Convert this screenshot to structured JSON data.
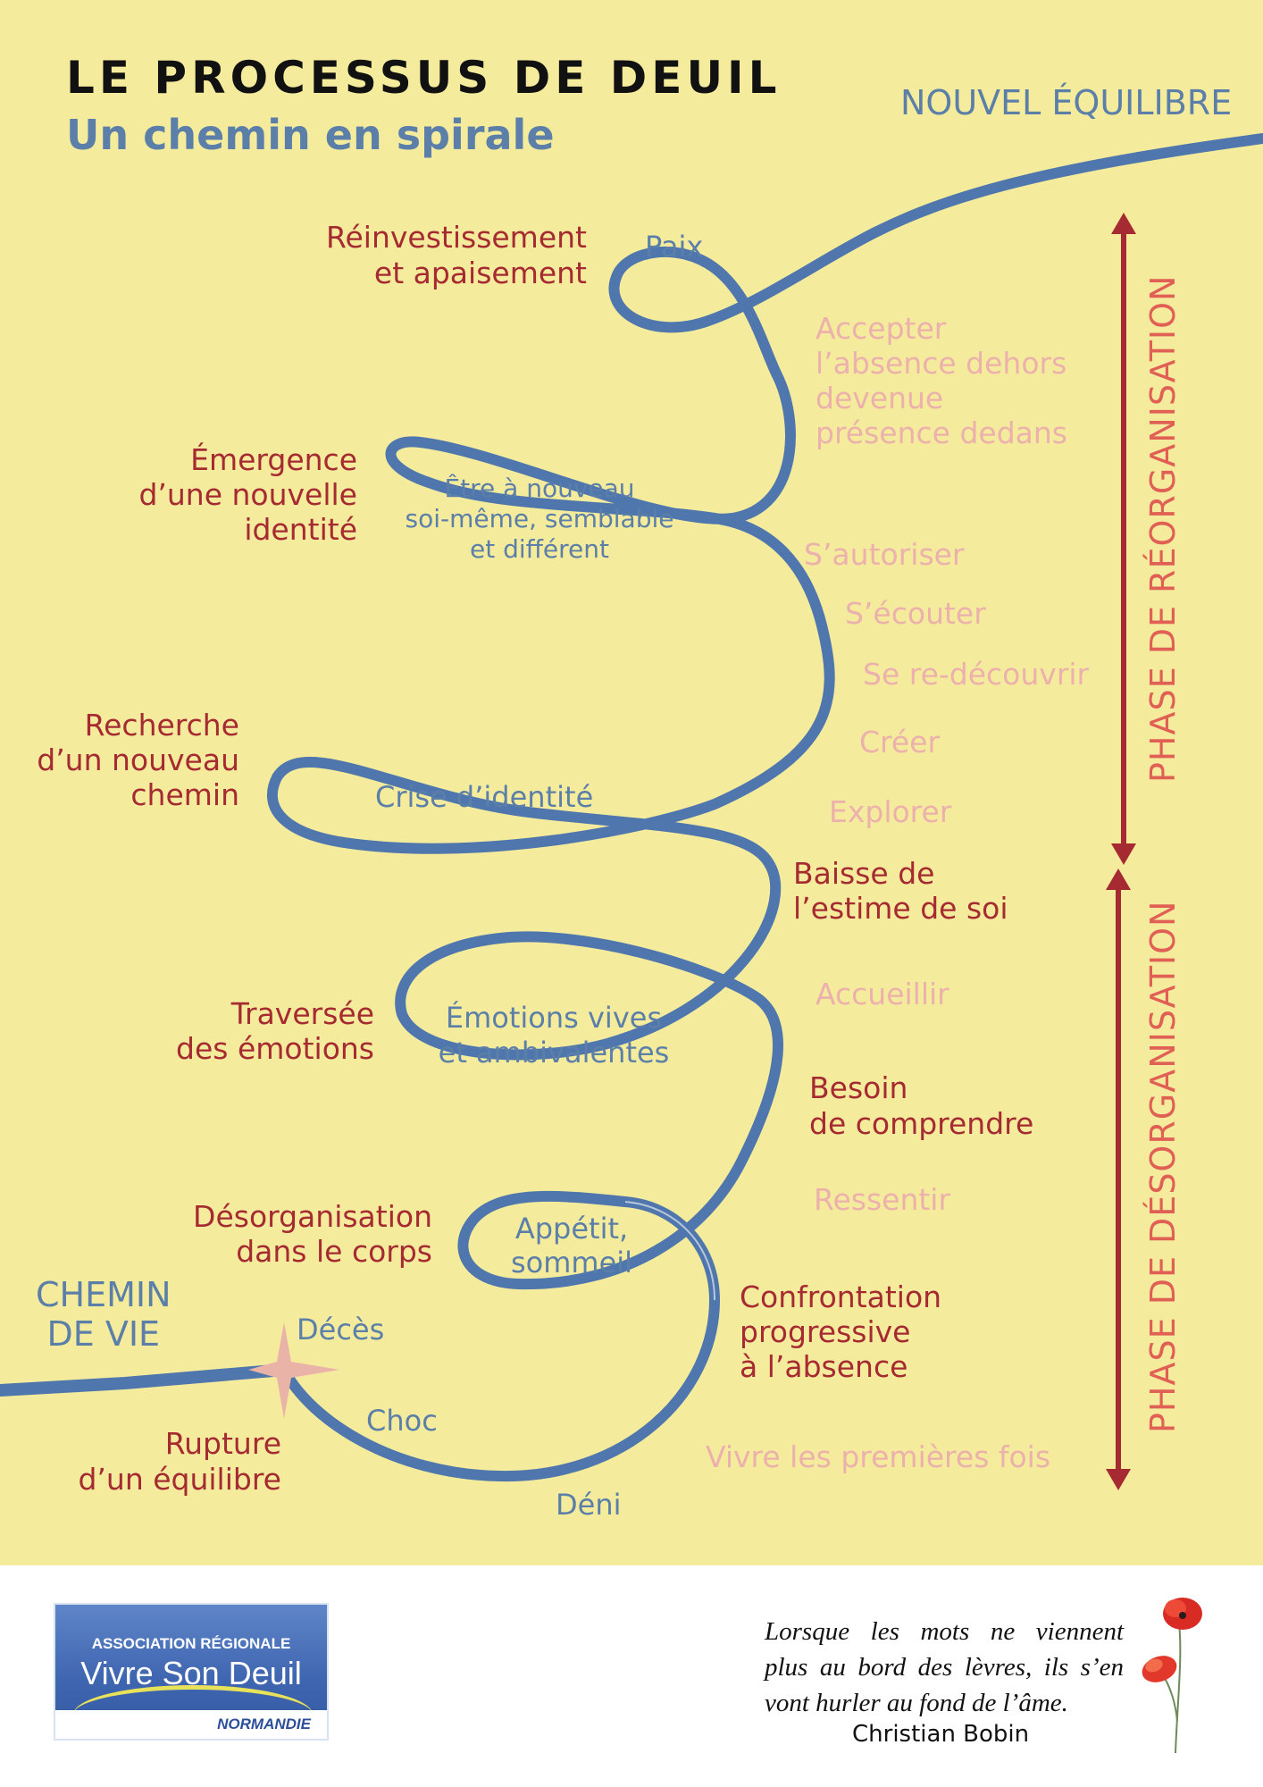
{
  "title": "LE PROCESSUS DE DEUIL",
  "subtitle": "Un chemin en spirale",
  "start_label": [
    "CHEMIN",
    "DE VIE"
  ],
  "end_label": "NOUVEL ÉQUILIBRE",
  "phases": {
    "reorganisation": "PHASE DE RÉORGANISATION",
    "desorganisation": "PHASE DE DÉSORGANISATION"
  },
  "stages_left": [
    {
      "lines": [
        "Réinvestissement",
        "et apaisement"
      ]
    },
    {
      "lines": [
        "Émergence",
        "d’une nouvelle",
        "identité"
      ]
    },
    {
      "lines": [
        "Recherche",
        "d’un nouveau",
        "chemin"
      ]
    },
    {
      "lines": [
        "Traversée",
        "des émotions"
      ]
    },
    {
      "lines": [
        "Désorganisation",
        "dans le corps"
      ]
    },
    {
      "lines": [
        "Rupture",
        "d’un équilibre"
      ]
    }
  ],
  "stages_right": [
    {
      "lines": [
        "Baisse de",
        "l’estime de soi"
      ]
    },
    {
      "lines": [
        "Besoin",
        "de comprendre"
      ]
    },
    {
      "lines": [
        "Confrontation",
        "progressive",
        "à l’absence"
      ]
    }
  ],
  "loop_labels": {
    "paix": "Paix",
    "etre": [
      "Être à nouveau",
      "soi-même, semblable",
      "et différent"
    ],
    "crise": "Crise d’identité",
    "emotions": [
      "Émotions vives",
      "et ambivalentes"
    ],
    "appetit": [
      "Appétit,",
      "sommeil"
    ]
  },
  "path_labels": {
    "deces": "Décès",
    "choc": "Choc",
    "deni": "Déni"
  },
  "actions": {
    "accepter": [
      "Accepter",
      "l’absence dehors",
      "devenue",
      "présence dedans"
    ],
    "autoriser": "S’autoriser",
    "ecouter": "S’écouter",
    "redecouvrir": "Se re-découvrir",
    "creer": "Créer",
    "explorer": "Explorer",
    "accueillir": "Accueillir",
    "ressentir": "Ressentir",
    "vivre": "Vivre les premières fois"
  },
  "logo": {
    "line1": "ASSOCIATION RÉGIONALE",
    "line2": "Vivre Son Deuil",
    "line3": "NORMANDIE"
  },
  "quote": {
    "lines": [
      "Lorsque les mots ne viennent",
      "plus au bord des lèvres, ils s’en",
      "vont hurler au fond de l’âme."
    ],
    "author": "Christian Bobin"
  },
  "colors": {
    "background": "#f4ec9c",
    "ribbon": "#4f76ad",
    "stage_text": "#a52a31",
    "action_text": "#ecb0ad",
    "phase_text": "#e06055",
    "arrow": "#a52a31"
  }
}
